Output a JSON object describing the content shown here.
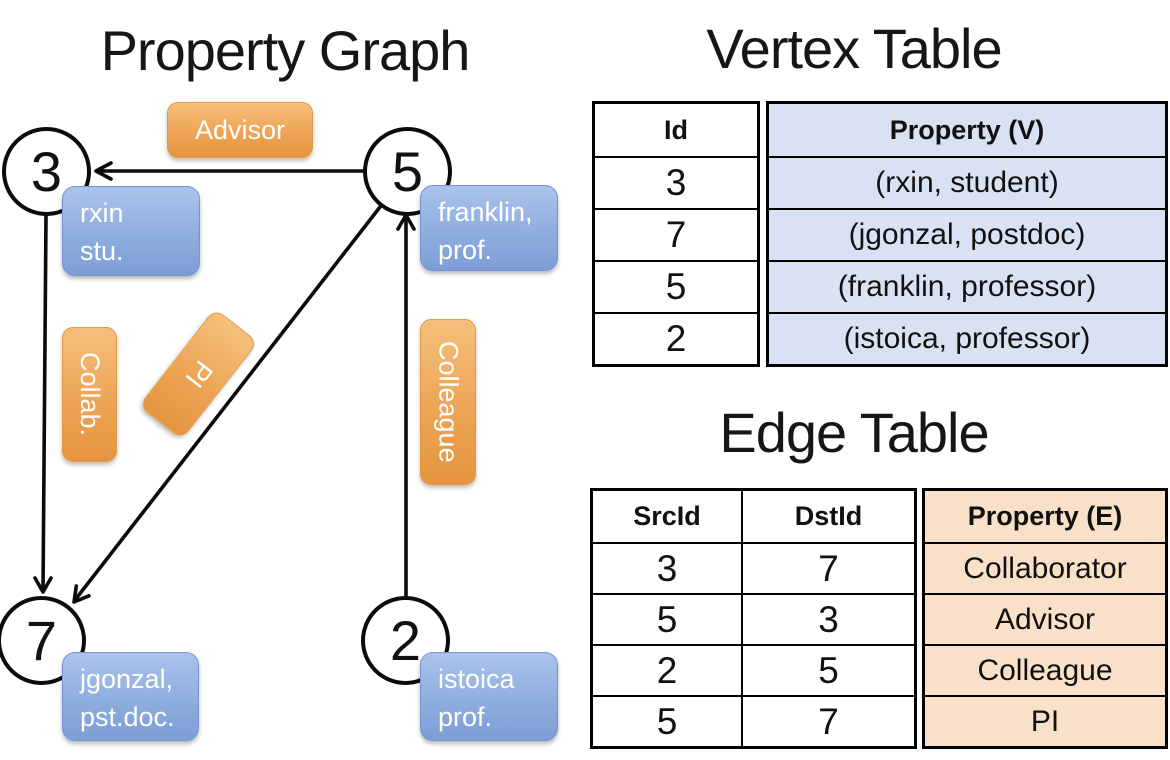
{
  "graph_panel": {
    "title": "Property Graph",
    "nodes": [
      {
        "id": "3",
        "label_line1": "rxin",
        "label_line2": "stu."
      },
      {
        "id": "5",
        "label_line1": "franklin,",
        "label_line2": "prof."
      },
      {
        "id": "7",
        "label_line1": "jgonzal,",
        "label_line2": "pst.doc."
      },
      {
        "id": "2",
        "label_line1": "istoica",
        "label_line2": "prof."
      }
    ],
    "edge_labels": {
      "advisor": "Advisor",
      "collab": "Collab.",
      "pi": "PI",
      "colleague": "Colleague"
    }
  },
  "vertex_table": {
    "title": "Vertex Table",
    "headers": {
      "id": "Id",
      "property": "Property (V)"
    },
    "rows": [
      {
        "id": "3",
        "property": "(rxin, student)"
      },
      {
        "id": "7",
        "property": "(jgonzal, postdoc)"
      },
      {
        "id": "5",
        "property": "(franklin, professor)"
      },
      {
        "id": "2",
        "property": "(istoica, professor)"
      }
    ]
  },
  "edge_table": {
    "title": "Edge Table",
    "headers": {
      "src": "SrcId",
      "dst": "DstId",
      "property": "Property (E)"
    },
    "rows": [
      {
        "src": "3",
        "dst": "7",
        "property": "Collaborator"
      },
      {
        "src": "5",
        "dst": "3",
        "property": "Advisor"
      },
      {
        "src": "2",
        "dst": "5",
        "property": "Colleague"
      },
      {
        "src": "5",
        "dst": "7",
        "property": "PI"
      }
    ]
  },
  "colors": {
    "edge_label_orange_top": "#f5c07c",
    "edge_label_orange_bottom": "#e5953e",
    "vertex_label_blue_top": "#aac3eb",
    "vertex_label_blue_bottom": "#7d9ed6",
    "vertex_property_column_bg": "#d9e2f3",
    "edge_property_column_bg": "#f8e1c8",
    "line_color": "#000000",
    "text_on_labels": "#ffffff"
  }
}
